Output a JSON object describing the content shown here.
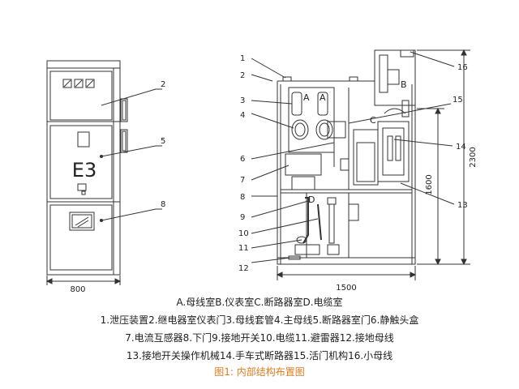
{
  "front_view": {
    "width_dim": "800",
    "compartment_label": "E3",
    "callouts": [
      "2",
      "5",
      "8"
    ]
  },
  "side_view": {
    "width_dim": "1500",
    "height_dim_total": "2300",
    "height_dim_mid": "1600",
    "chamber_labels": [
      "A",
      "A",
      "B",
      "C",
      "D"
    ],
    "left_callouts": [
      "1",
      "2",
      "3",
      "4",
      "6",
      "7",
      "8",
      "9",
      "10",
      "11",
      "12"
    ],
    "right_callouts": [
      "16",
      "15",
      "14",
      "13"
    ]
  },
  "legend": {
    "line1": "A.母线室B.仪表室C.断路器室D.电缆室",
    "line2": "1.泄压装置2.继电器室仪表门3.母线套管4.主母线5.断路器室门6.静触头盒",
    "line3": "7.电流互感器8.下门9.接地开关10.电缆11.避雷器12.接地母线",
    "line4": "13.接地开关操作机械14.手车式断路器15.活门机构16.小母线",
    "figure_title": "图1:    内部结构布置图"
  },
  "colors": {
    "line": "#333333",
    "caption_title": "#e07b1a"
  }
}
